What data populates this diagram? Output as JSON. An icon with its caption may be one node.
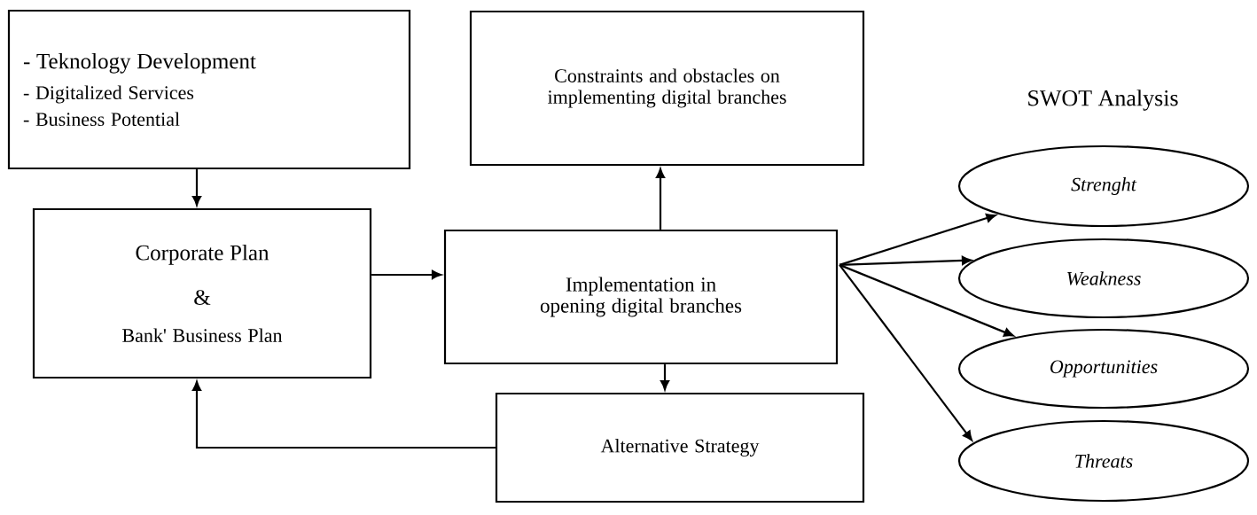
{
  "diagram": {
    "nodes": [
      {
        "text": [
          "- Teknology Development",
          "- Digitalized Services",
          "- Business Potential"
        ]
      },
      {
        "text": [
          "Corporate Plan",
          "&",
          "Bank' Business Plan"
        ]
      },
      {
        "text": [
          "Constraints and obstacles on implementing digital branches"
        ]
      },
      {
        "text": [
          "Implementation in opening digital branches"
        ]
      },
      {
        "text": [
          "Alternative Strategy"
        ]
      },
      {
        "text": [
          "Strenght"
        ]
      },
      {
        "text": [
          "Weakness"
        ]
      },
      {
        "text": [
          "Opportunities"
        ]
      },
      {
        "text": [
          "Threats"
        ]
      }
    ],
    "edges": [
      {
        "from": 0,
        "to": 1,
        "arrow": "to"
      },
      {
        "from": 1,
        "to": 3,
        "arrow": "to"
      },
      {
        "from": 3,
        "to": 2,
        "arrow": "to"
      },
      {
        "from": 3,
        "to": 4,
        "arrow": "to"
      },
      {
        "from": 4,
        "to": 1,
        "arrow": "to"
      },
      {
        "from": 3,
        "to": 5,
        "arrow": "to"
      },
      {
        "from": 3,
        "to": 6,
        "arrow": "to"
      },
      {
        "from": 3,
        "to": 7,
        "arrow": "to"
      },
      {
        "from": 3,
        "to": 8,
        "arrow": "to"
      }
    ],
    "labels": [
      "SWOT Analysis"
    ]
  }
}
